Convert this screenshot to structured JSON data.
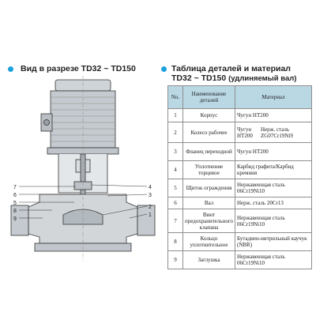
{
  "left_heading": "Вид в разрезе TD32 ~ TD150",
  "right_heading": {
    "line1": "Таблица деталей и материал",
    "line2_main": "TD32 ~ TD150",
    "line2_sub": "(удлиняемый вал)"
  },
  "accent_color": "#1ca3dc",
  "table": {
    "headers": {
      "no": "No.",
      "name": "Наименование деталей",
      "material": "Материал"
    },
    "rows": [
      {
        "no": "1",
        "name": "Корпус",
        "material": "Чугун HT200"
      },
      {
        "no": "2",
        "name": "Колесо рабочее",
        "material_a": "Чугун HT200",
        "material_b": "Нерж. сталь ZG07Cr19Ni9"
      },
      {
        "no": "3",
        "name": "Фланец переходной",
        "material": "Чугун HT200"
      },
      {
        "no": "4",
        "name": "Уплотнение торцевое",
        "material": "Карбид графита/Карбид кремния"
      },
      {
        "no": "5",
        "name": "Щиток ограждения",
        "material": "Нержавеющая сталь 06Cr19Ni10"
      },
      {
        "no": "6",
        "name": "Вал",
        "material": "Нерж. сталь 20Cr13"
      },
      {
        "no": "7",
        "name": "Винт предохранительного клапана",
        "material": "Нержавеющая сталь 06Cr19Ni10"
      },
      {
        "no": "8",
        "name": "Кольцо уплотнительное",
        "material": "Бутадиен-нитрильный каучук (NBR)"
      },
      {
        "no": "9",
        "name": "Заглушка",
        "material": "Нержавеющая сталь 06Cr19Ni10"
      }
    ]
  },
  "drawing": {
    "callouts_left": [
      "7",
      "6",
      "5",
      "8",
      "9"
    ],
    "callouts_right": [
      "4",
      "3",
      "2",
      "1"
    ]
  }
}
